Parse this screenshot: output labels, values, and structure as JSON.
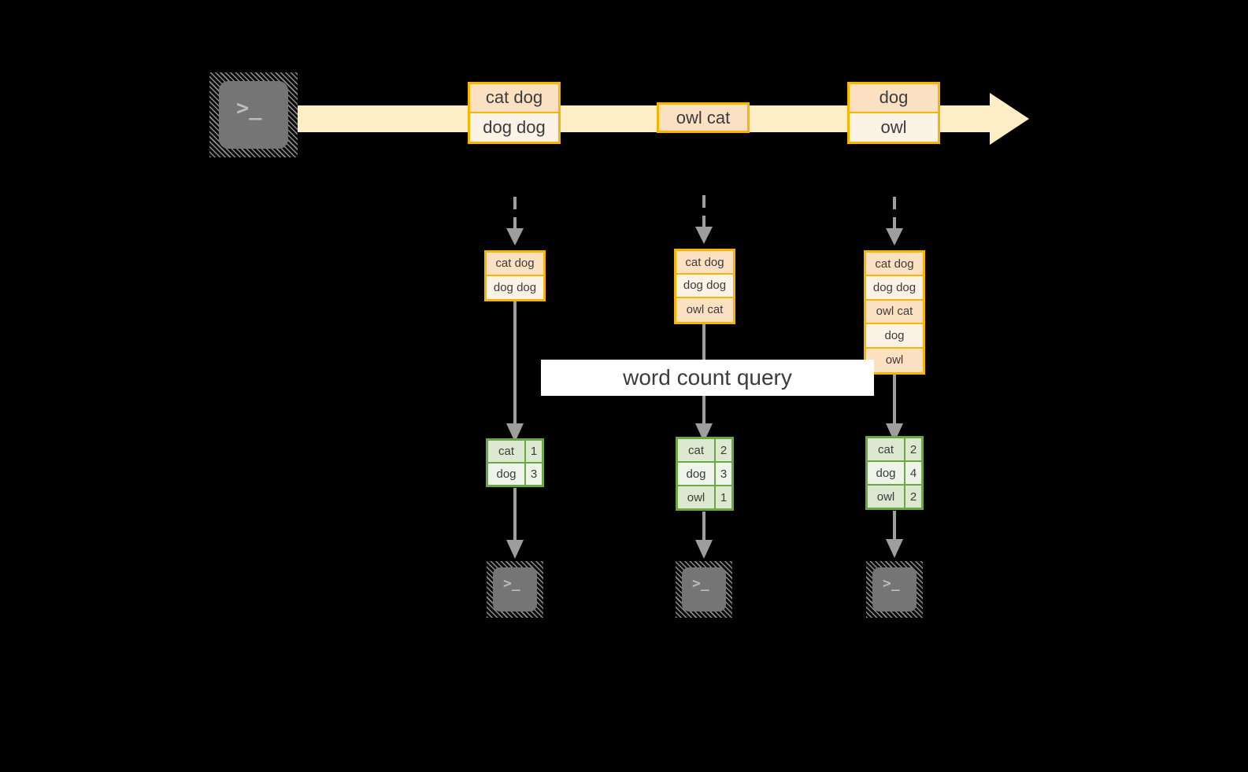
{
  "diagram": {
    "title_label": "word count query",
    "colors": {
      "background": "#000000",
      "stream_fill": "#fdeec8",
      "message_border": "#f5b500",
      "message_fill_dark": "#fbe0c2",
      "message_fill_light": "#fdf2e6",
      "table_border": "#6aa941",
      "table_fill_dark": "#dde8d0",
      "table_fill_light": "#eef4e9",
      "connector": "#9e9e9e",
      "terminal_body": "#757575",
      "terminal_glyph": "#bdbdbd",
      "label_band": "#ffffff",
      "text": "#3c3c3c"
    },
    "producer": {
      "icon": "terminal-icon",
      "glyph": ">_"
    },
    "stream": {
      "name": "event-stream-arrow",
      "messages": [
        {
          "id": "msg-1",
          "lines": [
            "cat dog",
            "dog dog"
          ]
        },
        {
          "id": "msg-2",
          "lines": [
            "owl cat"
          ]
        },
        {
          "id": "msg-3",
          "lines": [
            "dog",
            "owl"
          ]
        }
      ]
    },
    "snapshots": [
      {
        "id": "snapshot-1",
        "log": [
          "cat dog",
          "dog dog"
        ],
        "result": {
          "rows": [
            {
              "key": "cat",
              "value": "1"
            },
            {
              "key": "dog",
              "value": "3"
            }
          ]
        },
        "consumer": {
          "icon": "terminal-icon",
          "glyph": ">_"
        }
      },
      {
        "id": "snapshot-2",
        "log": [
          "cat dog",
          "dog dog",
          "owl cat"
        ],
        "result": {
          "rows": [
            {
              "key": "cat",
              "value": "2"
            },
            {
              "key": "dog",
              "value": "3"
            },
            {
              "key": "owl",
              "value": "1"
            }
          ]
        },
        "consumer": {
          "icon": "terminal-icon",
          "glyph": ">_"
        }
      },
      {
        "id": "snapshot-3",
        "log": [
          "cat dog",
          "dog dog",
          "owl cat",
          "dog",
          "owl"
        ],
        "result": {
          "rows": [
            {
              "key": "cat",
              "value": "2"
            },
            {
              "key": "dog",
              "value": "4"
            },
            {
              "key": "owl",
              "value": "2"
            }
          ]
        },
        "consumer": {
          "icon": "terminal-icon",
          "glyph": ">_"
        }
      }
    ]
  }
}
